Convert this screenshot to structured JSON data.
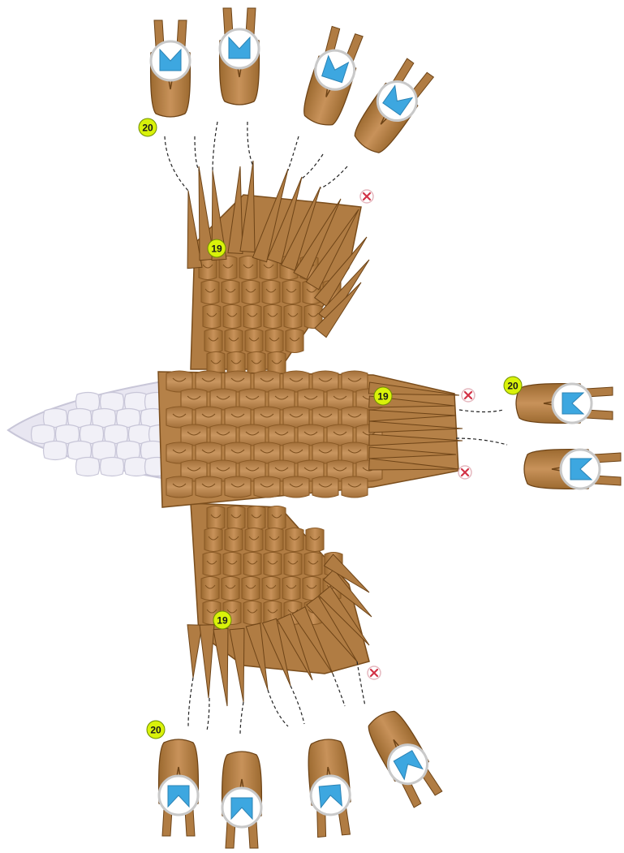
{
  "colors": {
    "paper": "#b9854a",
    "paper_dark": "#8a5a26",
    "paper_light": "#d6a96f",
    "tail": "#e6e4f0",
    "tail_edge": "#c8c6d8",
    "badge": "#d9f20a",
    "badge_stroke": "#6f8f00",
    "cross": "#d23246",
    "magnifier_fill": "#3da7e0",
    "magnifier_ring": "#c9c9c9",
    "dash": "#222222"
  },
  "icons": {
    "magnifier": "zoom-detail-icon",
    "cross": "remove-x-icon",
    "badge": "row-number-badge"
  },
  "labels": {
    "row_19": "19",
    "row_20": "20"
  }
}
